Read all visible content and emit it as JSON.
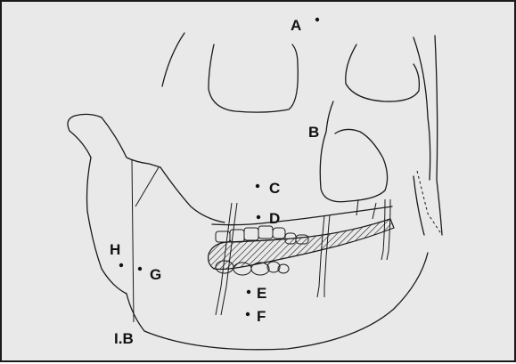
{
  "figure": {
    "labels": {
      "A": "A",
      "B": "B",
      "C": "C",
      "D": "D",
      "E": "E",
      "F": "F",
      "G": "G",
      "H": "H",
      "IB": "I.B"
    }
  }
}
